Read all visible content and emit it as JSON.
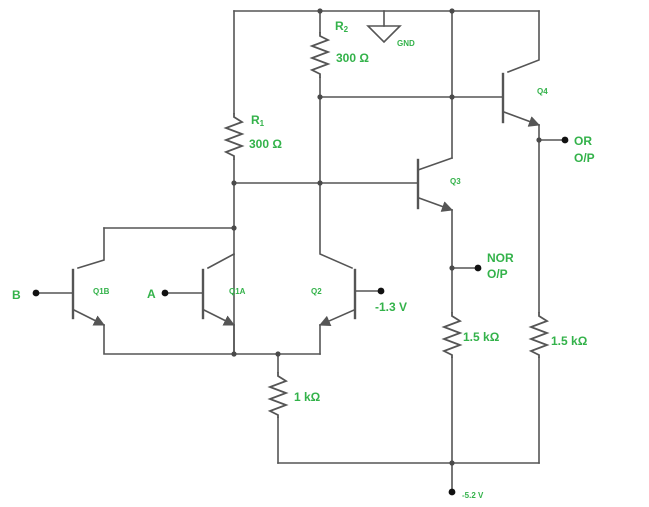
{
  "diagram": {
    "accent_color": "#33b24a",
    "wire_color": "#555555",
    "components": {
      "r1": {
        "designator": "R",
        "subscript": "1",
        "value": "300 Ω"
      },
      "r2": {
        "designator": "R",
        "subscript": "2",
        "value": "300 Ω"
      },
      "r_emitter": {
        "value": "1 kΩ"
      },
      "r_nor": {
        "value": "1.5 kΩ"
      },
      "r_or": {
        "value": "1.5 kΩ"
      },
      "q1b": "Q1B",
      "q1a": "Q1A",
      "q2": "Q2",
      "q3": "Q3",
      "q4": "Q4"
    },
    "terminals": {
      "input_b": "B",
      "input_a": "A",
      "reference": "-1.3 V",
      "ground": "GND",
      "supply": "-5.2 V",
      "nor_output": {
        "line1": "NOR",
        "line2": "O/P"
      },
      "or_output": {
        "line1": "OR",
        "line2": "O/P"
      }
    }
  }
}
